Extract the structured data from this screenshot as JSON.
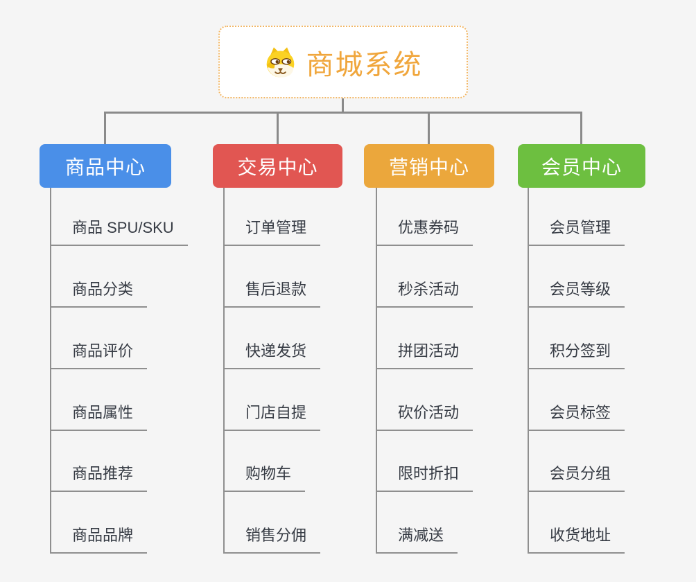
{
  "page": {
    "background_color": "#f5f5f5",
    "connector_color": "#8a8a8a"
  },
  "root": {
    "title": "商城系统",
    "icon": "shiba-dog-icon",
    "text_color": "#f0a63c",
    "border_color": "#f2b766",
    "background_color": "#ffffff"
  },
  "branches": [
    {
      "label": "商品中心",
      "color": "#4a8fe8",
      "items": [
        "商品 SPU/SKU",
        "商品分类",
        "商品评价",
        "商品属性",
        "商品推荐",
        "商品品牌"
      ]
    },
    {
      "label": "交易中心",
      "color": "#e15652",
      "items": [
        "订单管理",
        "售后退款",
        "快递发货",
        "门店自提",
        "购物车",
        "销售分佣"
      ]
    },
    {
      "label": "营销中心",
      "color": "#eba73c",
      "items": [
        "优惠券码",
        "秒杀活动",
        "拼团活动",
        "砍价活动",
        "限时折扣",
        "满减送"
      ]
    },
    {
      "label": "会员中心",
      "color": "#6dbf40",
      "items": [
        "会员管理",
        "会员等级",
        "积分签到",
        "会员标签",
        "会员分组",
        "收货地址"
      ]
    }
  ]
}
